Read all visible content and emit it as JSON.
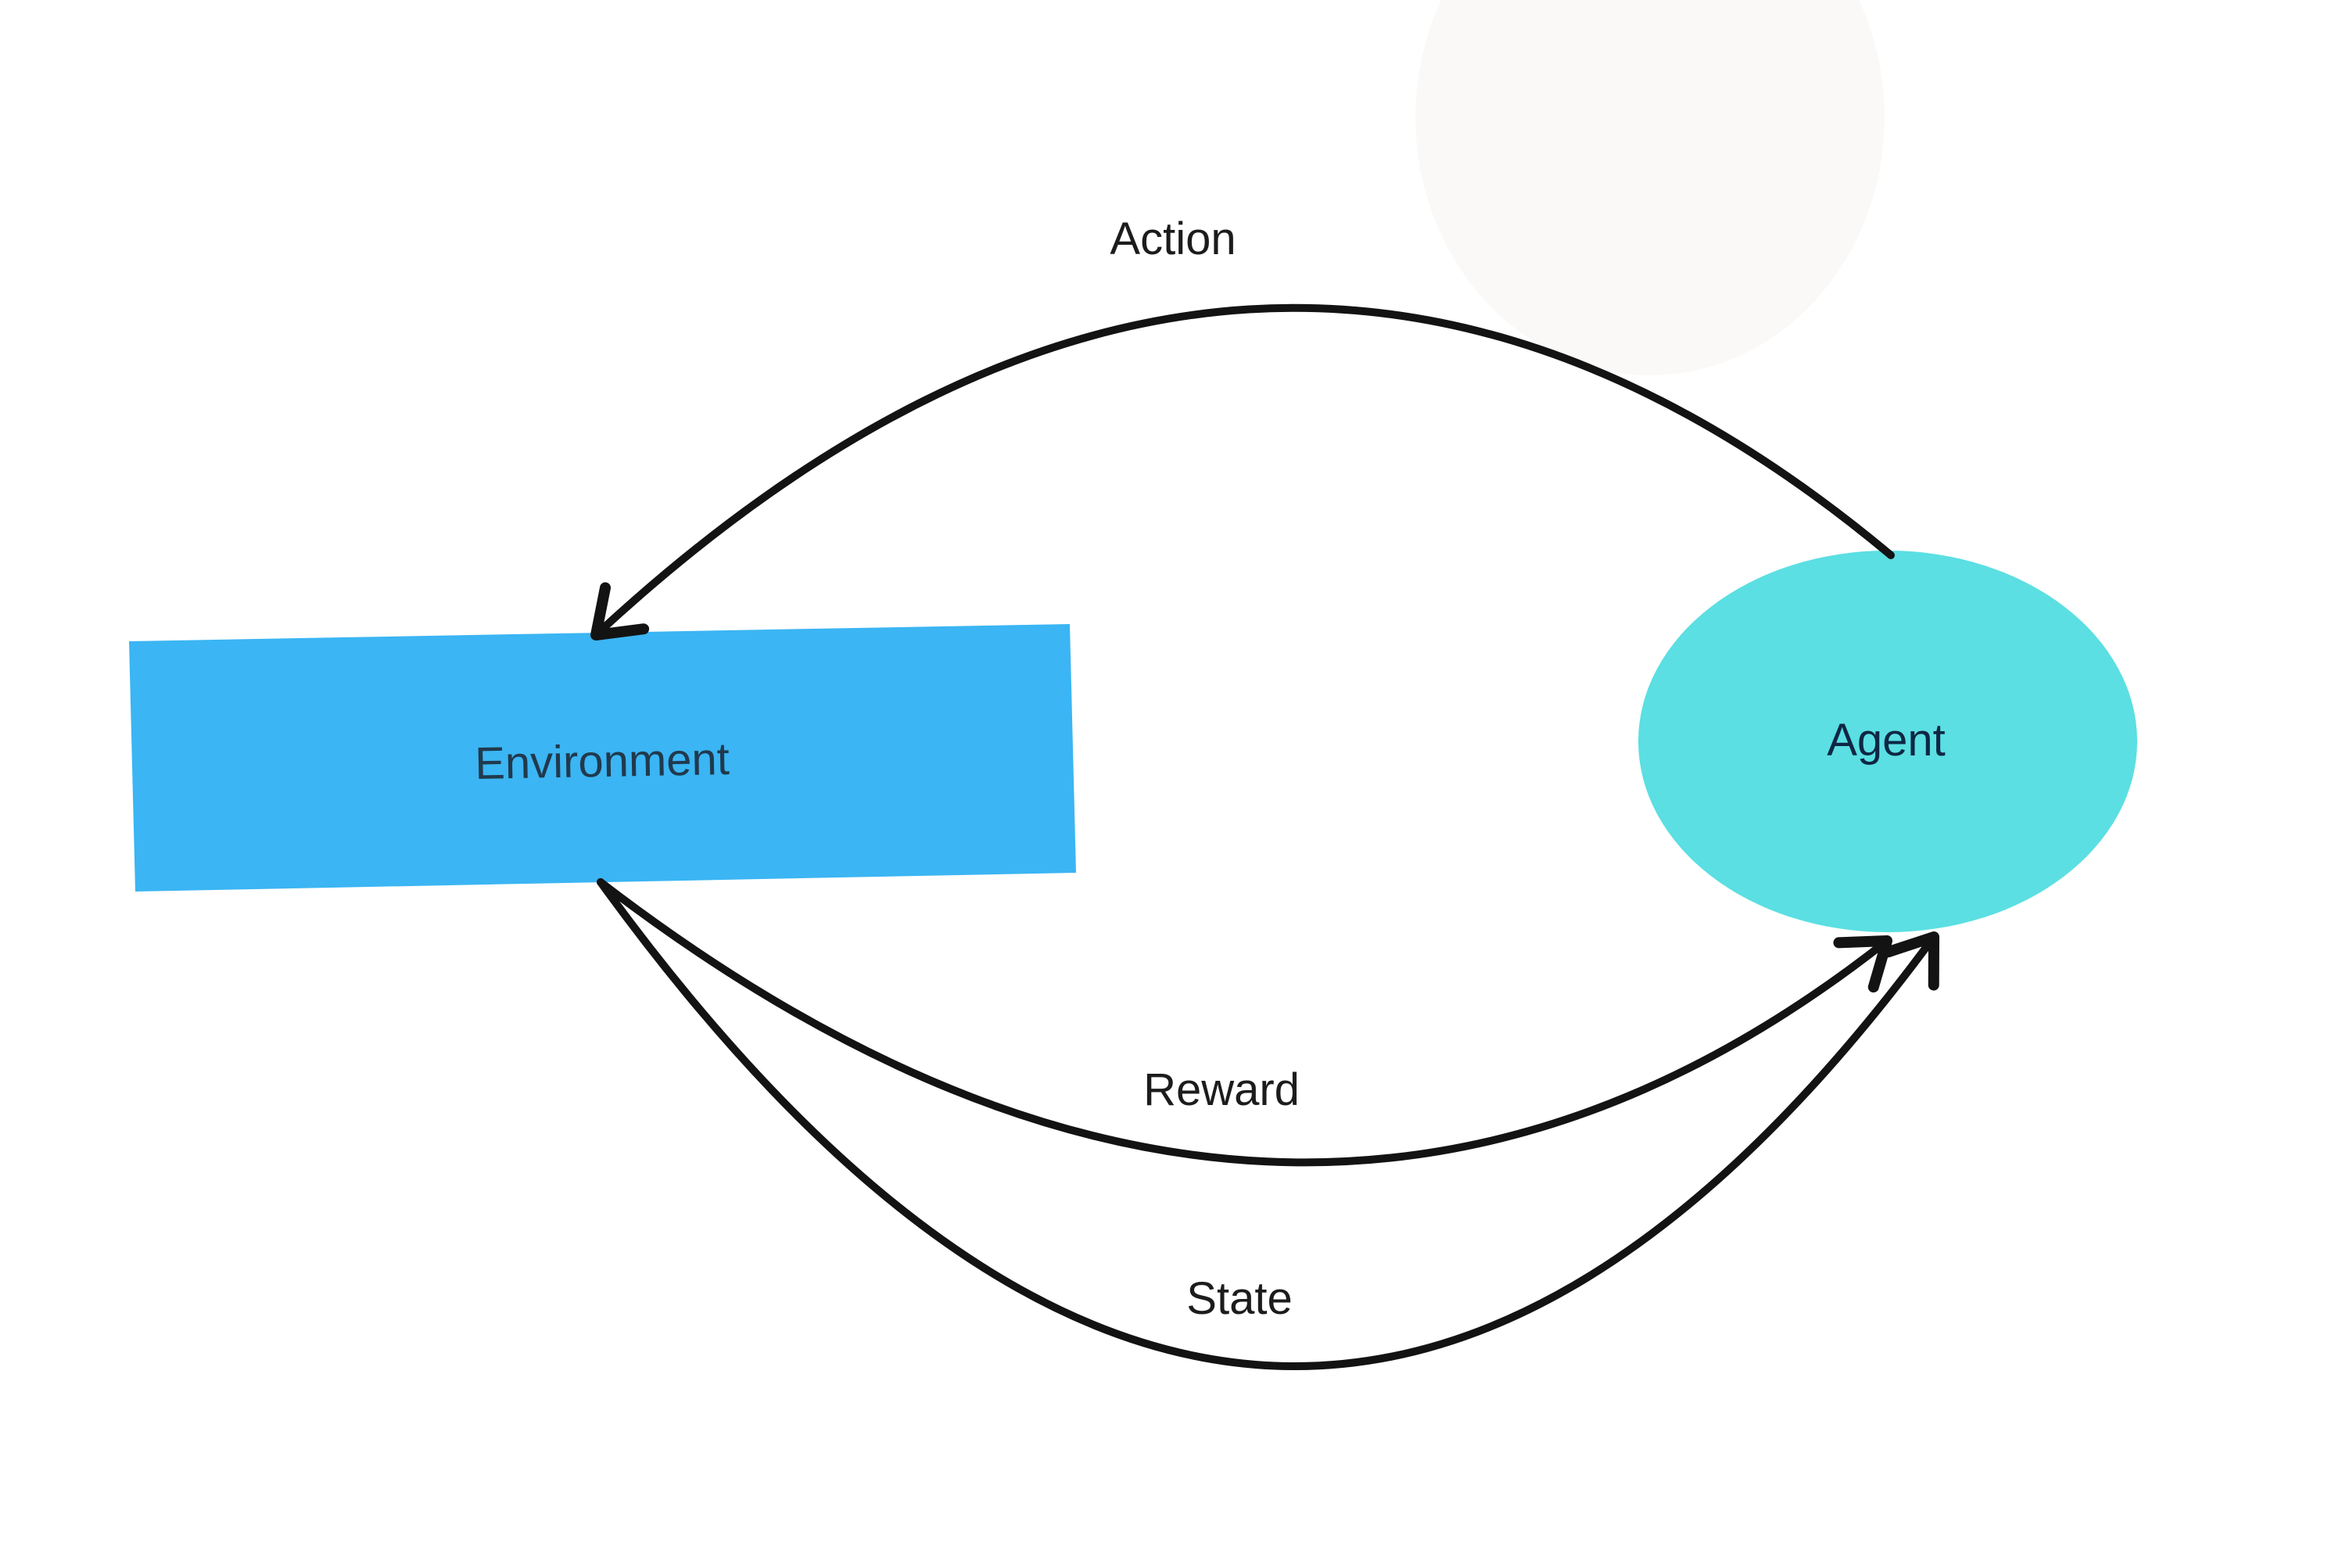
{
  "diagram": {
    "background_color": "#ffffff",
    "blob_color": "#fbf9f7",
    "arrow_color": "#131313",
    "edge_label_color": "#1c1c1c",
    "nodes": {
      "environment": {
        "label": "Environment",
        "fill": "#3bb5f3",
        "label_color": "#21394d",
        "shape": "rectangle"
      },
      "agent": {
        "label": "Agent",
        "fill": "#5bdfe2",
        "label_color": "#0e2745",
        "shape": "ellipse"
      }
    },
    "edges": {
      "action": {
        "label": "Action",
        "from": "agent",
        "to": "environment"
      },
      "reward": {
        "label": "Reward",
        "from": "environment",
        "to": "agent"
      },
      "state": {
        "label": "State",
        "from": "environment",
        "to": "agent"
      }
    }
  }
}
